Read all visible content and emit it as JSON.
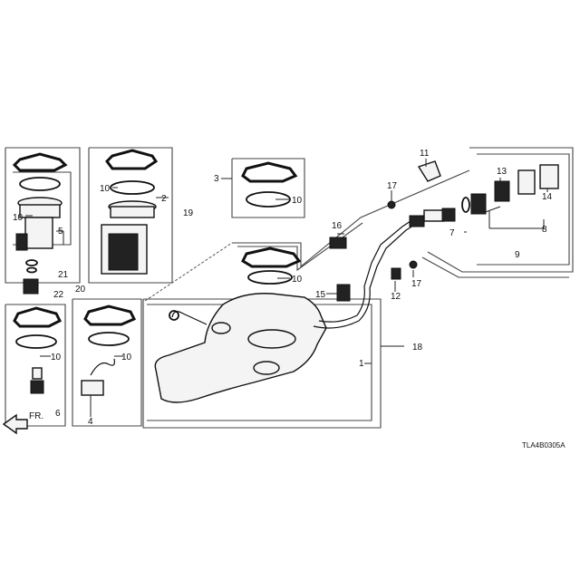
{
  "diagram": {
    "code": "TLA4B0305A",
    "direction_label": "FR.",
    "callouts": {
      "c1": "1",
      "c2": "2",
      "c3": "3",
      "c4": "4",
      "c5": "5",
      "c6": "6",
      "c7": "7",
      "c8": "8",
      "c9": "9",
      "c10a": "10",
      "c10b": "10",
      "c10c": "10",
      "c10d": "10",
      "c10e": "10",
      "c10f": "10",
      "c11": "11",
      "c12": "12",
      "c13": "13",
      "c14": "14",
      "c15": "15",
      "c16": "16",
      "c17a": "17",
      "c17b": "17",
      "c18": "18",
      "c19": "19",
      "c20": "20",
      "c21": "21",
      "c22": "22"
    }
  }
}
